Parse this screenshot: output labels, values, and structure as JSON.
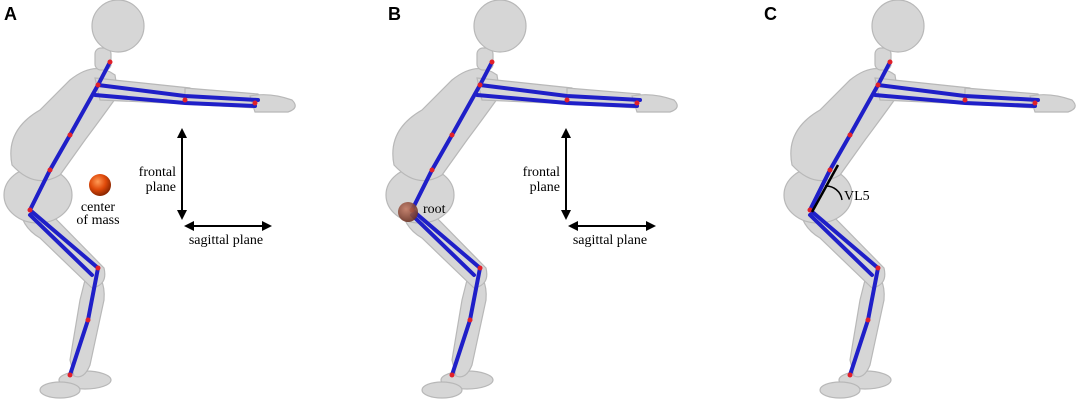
{
  "panels": [
    {
      "letter": "A",
      "annotation": [
        "center",
        "of mass"
      ],
      "frontal_label": [
        "frontal",
        "plane"
      ],
      "sagittal_label": "sagittal plane"
    },
    {
      "letter": "B",
      "annotation": "root",
      "frontal_label": [
        "frontal",
        "plane"
      ],
      "sagittal_label": "sagittal plane"
    },
    {
      "letter": "C",
      "annotation": "VL5"
    }
  ],
  "colors": {
    "body": "#d4d4d4",
    "body_edge": "#b9b9b9",
    "skeleton": "#1f1fc8",
    "joint": "#e0202a",
    "center_of_mass": "#e04a0a",
    "root_marker": "#8b4a3a"
  }
}
